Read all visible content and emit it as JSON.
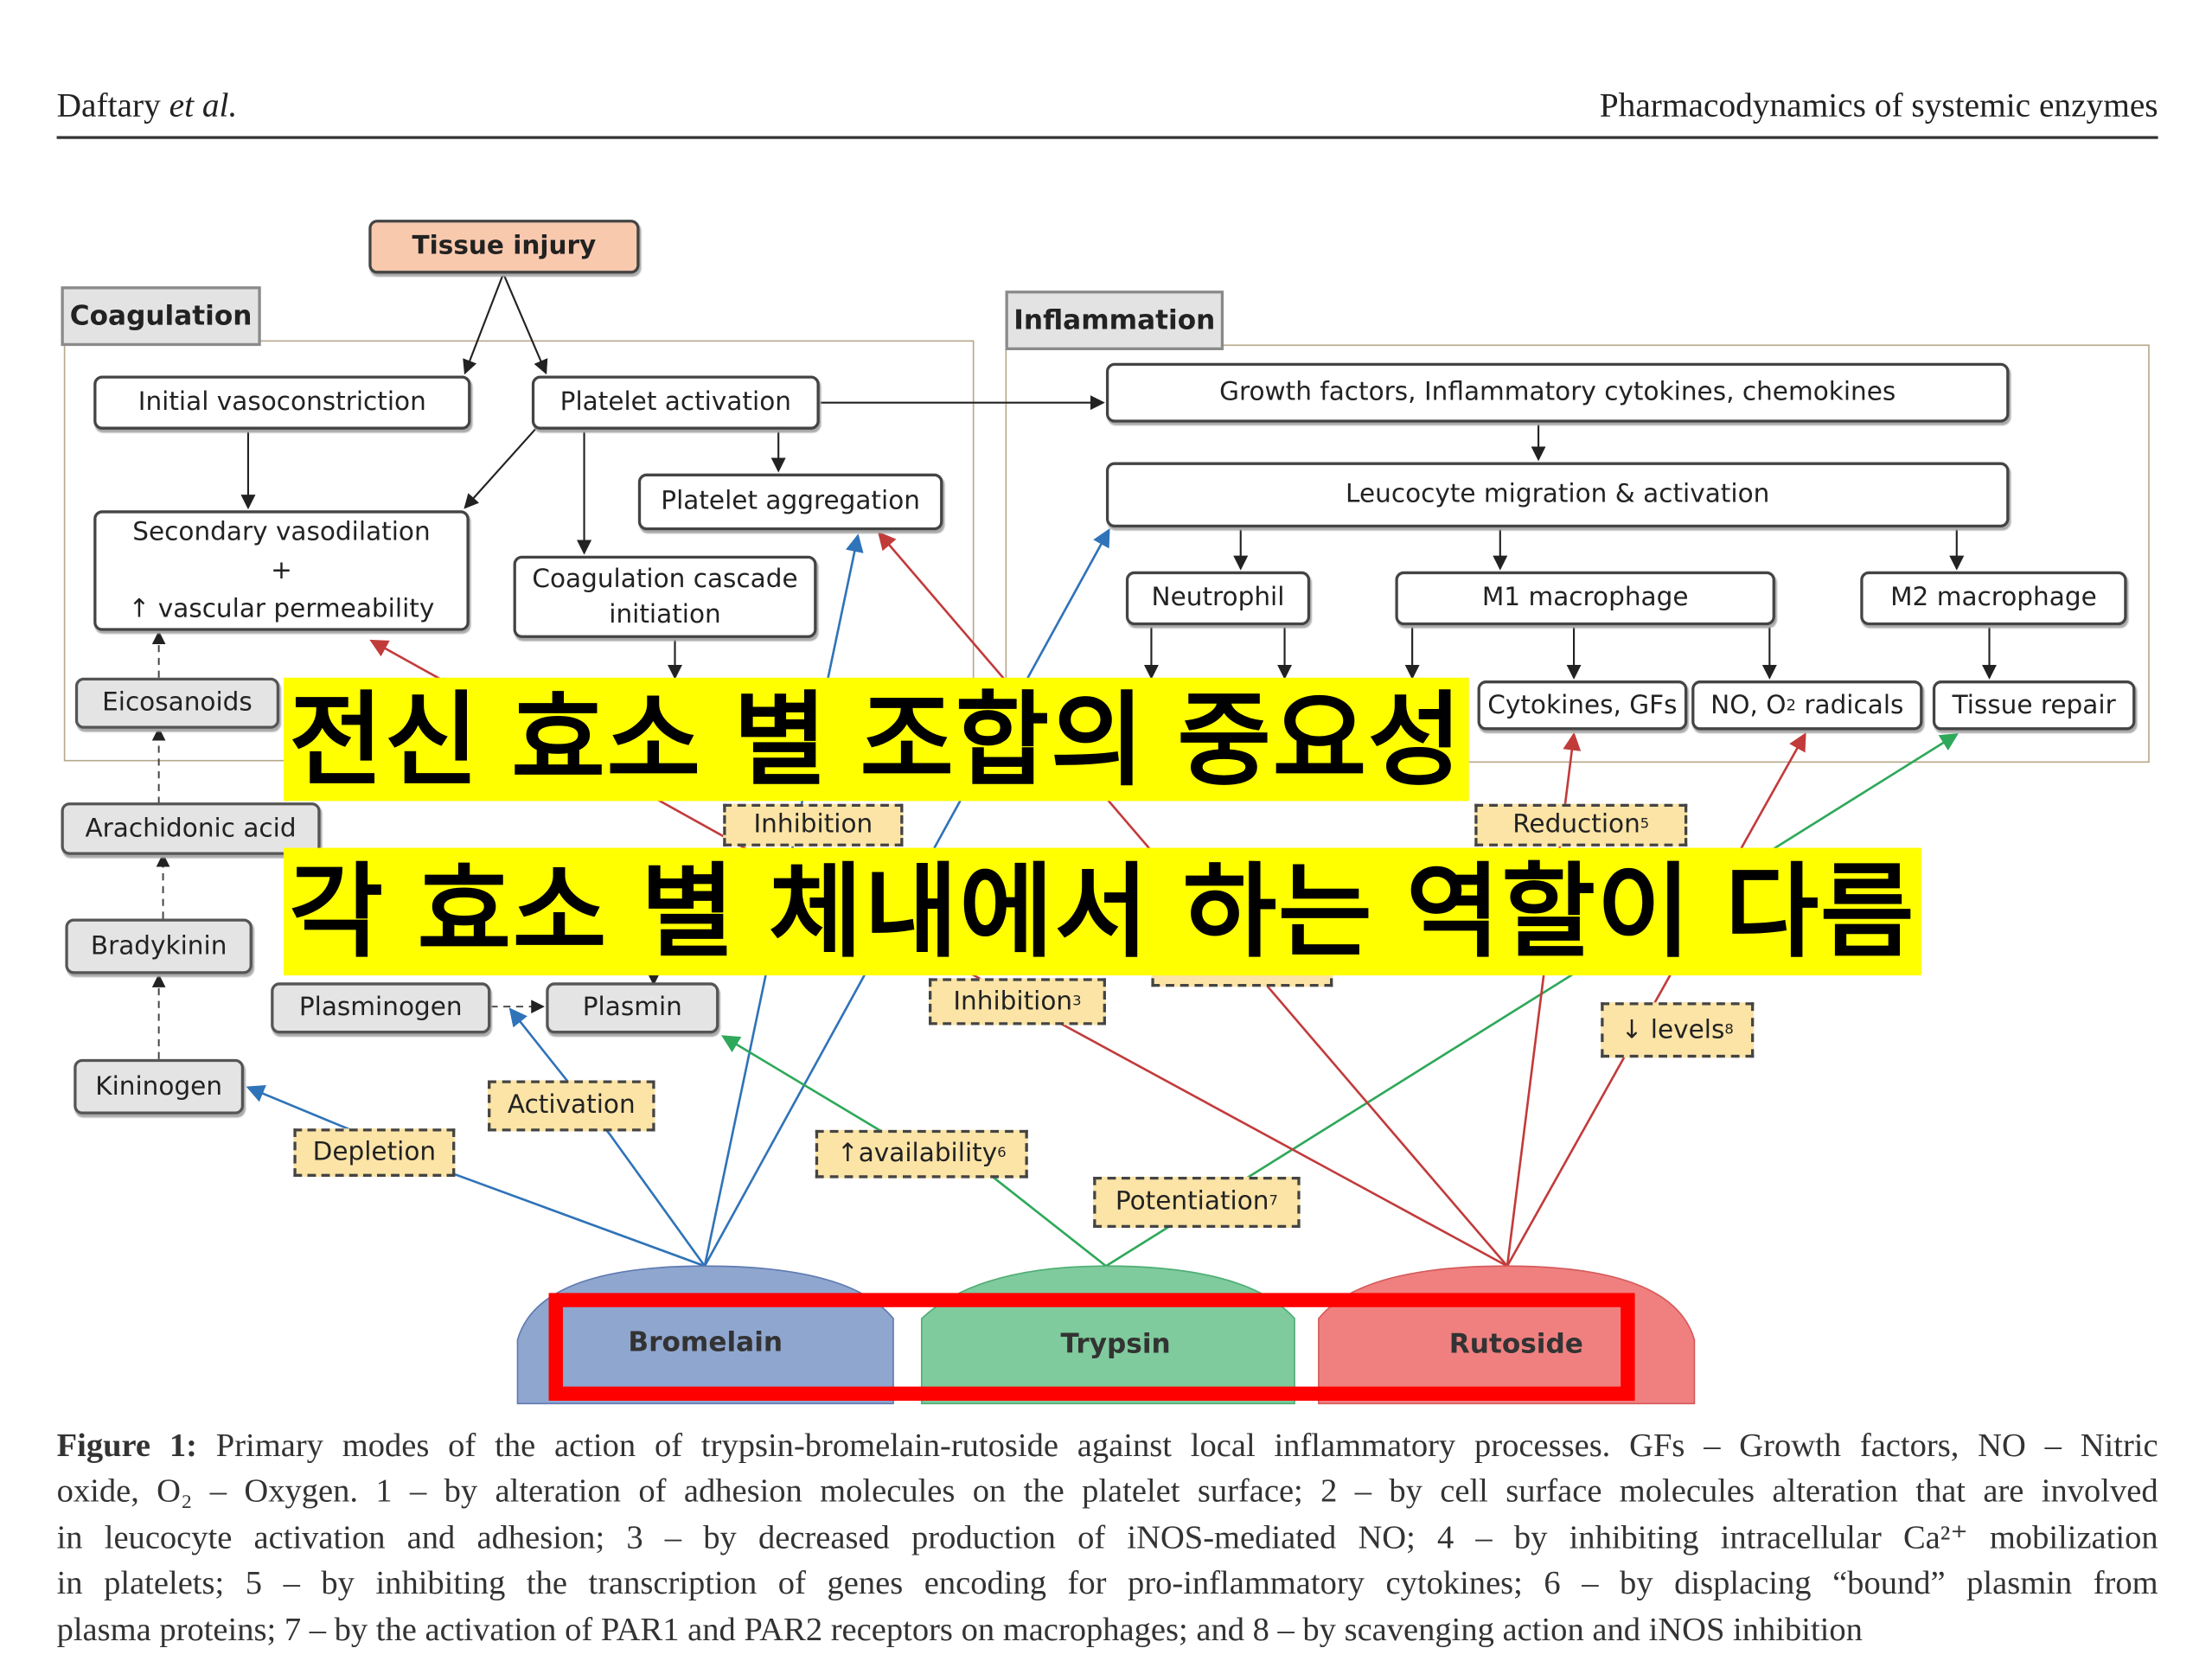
{
  "header": {
    "author": "Daftary",
    "author_suffix": " et al.",
    "running_title": "Pharmacodynamics of systemic enzymes"
  },
  "diagram": {
    "tissue_injury": "Tissue injury",
    "coagulation": {
      "title": "Coagulation",
      "initial_vasoconstriction": "Initial vasoconstriction",
      "platelet_activation": "Platelet activation",
      "platelet_aggregation": "Platelet aggregation",
      "secondary_vasodilation": "Secondary vasodilation",
      "plus": "+",
      "vascular_permeability": "↑ vascular permeability",
      "coag_cascade_1": "Coagulation cascade",
      "coag_cascade_2": "initiation",
      "eicosanoids": "Eicosanoids"
    },
    "inflammation": {
      "title": "Inflammation",
      "growth_factors": "Growth factors, Inflammatory cytokines, chemokines",
      "leucocyte": "Leucocyte migration & activation",
      "neutrophil": "Neutrophil",
      "m1": "M1 macrophage",
      "m2": "M2 macrophage",
      "cytokines_gfs": "Cytokines, GFs",
      "no_radicals": "NO, O",
      "no_radicals_sub": "2",
      "no_radicals_end": " radicals",
      "tissue_repair": "Tissue repair"
    },
    "other_nodes": {
      "arachidonic": "Arachidonic acid",
      "bradykinin": "Bradykinin",
      "plasminogen": "Plasminogen",
      "plasmin": "Plasmin",
      "kininogen": "Kininogen"
    },
    "effects": {
      "inhibition_partial": "Inhibition",
      "reduction": "Reduction",
      "reduction_sup": "5",
      "inhibition3": "Inhibition",
      "inhibition3_sup": "3",
      "levels": "↓ levels",
      "levels_sup": "8",
      "activation": "Activation",
      "depletion": "Depletion",
      "availability": "↑availability",
      "availability_sup": "6",
      "potentiation": "Potentiation",
      "potentiation_sup": "7"
    },
    "enzymes": [
      "Bromelain",
      "Trypsin",
      "Rutoside"
    ],
    "colors": {
      "bromelain": "#8fa6cf",
      "trypsin": "#7fcb9d",
      "rutoside": "#f08080",
      "highlight": "#ff0000",
      "overlay": "#ffff00"
    }
  },
  "overlay": {
    "line1": [
      "전신",
      "효소",
      "별",
      "조합의",
      "중요성"
    ],
    "line2": [
      "각",
      "효소",
      "별",
      "체내에서",
      "하는",
      "역할이",
      "다름"
    ]
  },
  "caption": {
    "label": "Figure 1:",
    "lines": [
      " Primary modes of the action of trypsin-bromelain-rutoside against local inflammatory processes. GFs – Growth factors, NO – Nitric",
      "oxide, O₂ – Oxygen. 1 – by alteration of adhesion molecules on the platelet surface; 2 – by cell surface molecules alteration that are involved",
      "in leucocyte activation and adhesion; 3 – by decreased production of iNOS-mediated NO; 4 – by inhibiting intracellular Ca²⁺ mobilization",
      "in platelets; 5 – by inhibiting the transcription of genes encoding for pro-inflammatory cytokines; 6 – by displacing “bound” plasmin from",
      "plasma proteins; 7 – by the activation of PAR1 and PAR2 receptors on macrophages; and 8 – by scavenging action and iNOS inhibition"
    ]
  }
}
